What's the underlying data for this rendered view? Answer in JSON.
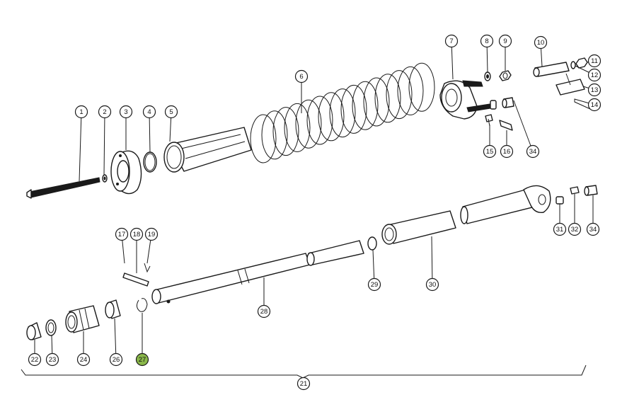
{
  "callouts": [
    {
      "id": "c1",
      "label": "1"
    },
    {
      "id": "c2",
      "label": "2"
    },
    {
      "id": "c3",
      "label": "3"
    },
    {
      "id": "c4",
      "label": "4"
    },
    {
      "id": "c5",
      "label": "5"
    },
    {
      "id": "c6",
      "label": "6"
    },
    {
      "id": "c7",
      "label": "7"
    },
    {
      "id": "c8",
      "label": "8"
    },
    {
      "id": "c9",
      "label": "9"
    },
    {
      "id": "c10",
      "label": "10"
    },
    {
      "id": "c11",
      "label": "11"
    },
    {
      "id": "c12",
      "label": "12"
    },
    {
      "id": "c13",
      "label": "13"
    },
    {
      "id": "c14",
      "label": "14"
    },
    {
      "id": "c15",
      "label": "15"
    },
    {
      "id": "c16",
      "label": "16"
    },
    {
      "id": "c34a",
      "label": "34"
    },
    {
      "id": "c17",
      "label": "17"
    },
    {
      "id": "c18",
      "label": "18"
    },
    {
      "id": "c19",
      "label": "19"
    },
    {
      "id": "c29",
      "label": "29"
    },
    {
      "id": "c30",
      "label": "30"
    },
    {
      "id": "c31",
      "label": "31"
    },
    {
      "id": "c32",
      "label": "32"
    },
    {
      "id": "c34b",
      "label": "34"
    },
    {
      "id": "c28",
      "label": "28"
    },
    {
      "id": "c22",
      "label": "22"
    },
    {
      "id": "c23",
      "label": "23"
    },
    {
      "id": "c24",
      "label": "24"
    },
    {
      "id": "c26",
      "label": "26"
    },
    {
      "id": "c27",
      "label": "27",
      "highlighted": true
    },
    {
      "id": "c21",
      "label": "21"
    }
  ],
  "highlight_color": "#8ab84a"
}
